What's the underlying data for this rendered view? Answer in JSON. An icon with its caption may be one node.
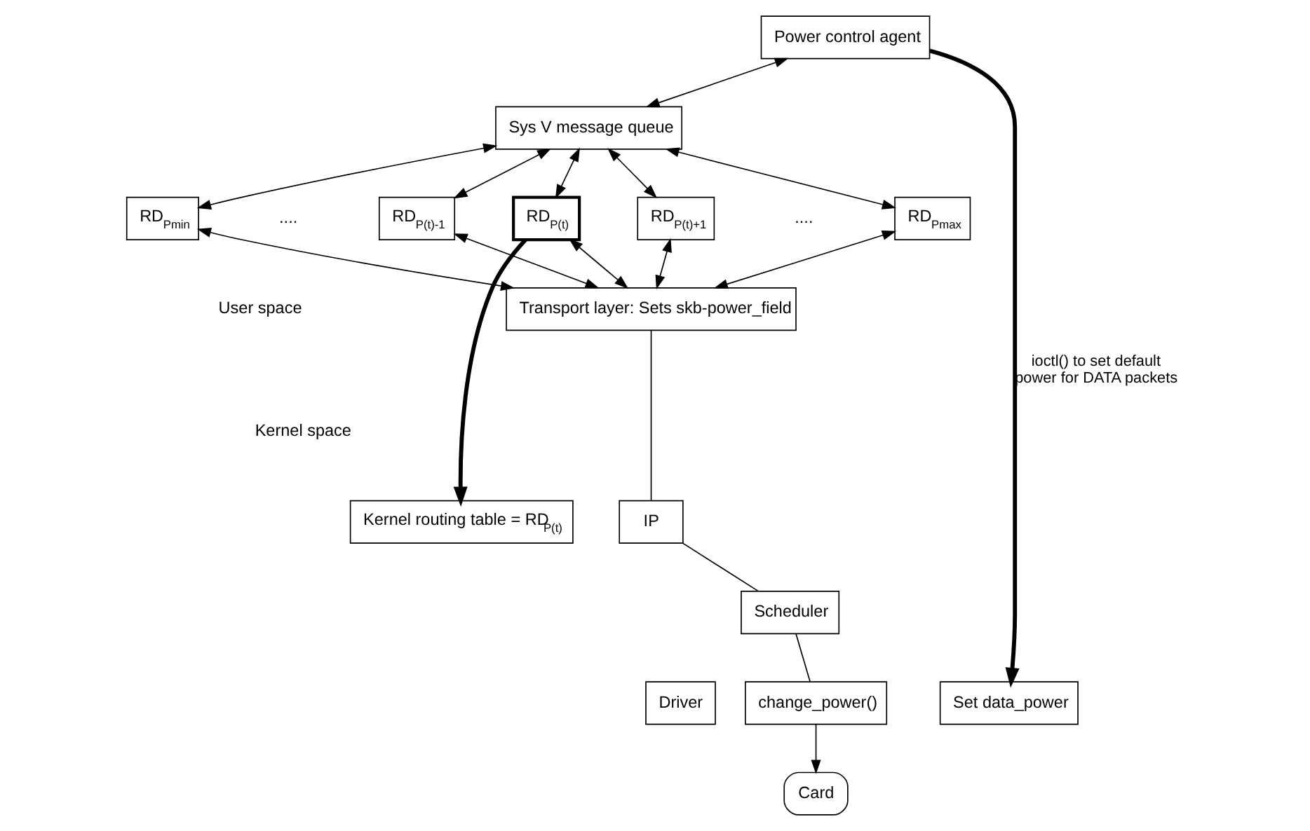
{
  "diagram": {
    "nodes": [
      {
        "text": [
          "Power control agent"
        ]
      },
      {
        "text": [
          "Sys V message queue"
        ]
      },
      {
        "text": [
          "RD$_{Pmin}$"
        ]
      },
      {
        "text": [
          "RD$_{P(t)-1}$"
        ]
      },
      {
        "text": [
          "RD$_{P(t)}$"
        ]
      },
      {
        "text": [
          "RD$_{P(t)+1}$"
        ]
      },
      {
        "text": [
          "RD$_{Pmax}$"
        ]
      },
      {
        "text": [
          "Transport layer: Sets skb-power_field"
        ]
      },
      {
        "text": [
          "Kernel routing table = RD$_{P(t)}$"
        ]
      },
      {
        "text": [
          "IP"
        ]
      },
      {
        "text": [
          "Scheduler"
        ]
      },
      {
        "text": [
          "Driver"
        ]
      },
      {
        "text": [
          "change_power()"
        ]
      },
      {
        "text": [
          "Set data_power"
        ]
      },
      {
        "text": [
          "Card"
        ]
      }
    ],
    "edges": [
      {
        "from": 0,
        "to": 1,
        "arrow": "both"
      },
      {
        "from": 1,
        "to": 2,
        "arrow": "both"
      },
      {
        "from": 1,
        "to": 3,
        "arrow": "both"
      },
      {
        "from": 1,
        "to": 4,
        "arrow": "both"
      },
      {
        "from": 1,
        "to": 5,
        "arrow": "both"
      },
      {
        "from": 1,
        "to": 6,
        "arrow": "both"
      },
      {
        "from": 2,
        "to": 7,
        "arrow": "both"
      },
      {
        "from": 3,
        "to": 7,
        "arrow": "both"
      },
      {
        "from": 4,
        "to": 7,
        "arrow": "both"
      },
      {
        "from": 5,
        "to": 7,
        "arrow": "both"
      },
      {
        "from": 6,
        "to": 7,
        "arrow": "both"
      },
      {
        "from": 4,
        "to": 8,
        "arrow": "to",
        "style": "thick"
      },
      {
        "from": 7,
        "to": 9,
        "arrow": "none"
      },
      {
        "from": 9,
        "to": 10,
        "arrow": "none"
      },
      {
        "from": 10,
        "to": 12,
        "arrow": "none"
      },
      {
        "from": 12,
        "to": 14,
        "arrow": "to"
      },
      {
        "from": 0,
        "to": 13,
        "arrow": "to",
        "style": "thick",
        "label": "ioctl() to set default power for DATA packets"
      }
    ],
    "labels": [
      "....",
      "....",
      "User space",
      "Kernel space"
    ]
  }
}
